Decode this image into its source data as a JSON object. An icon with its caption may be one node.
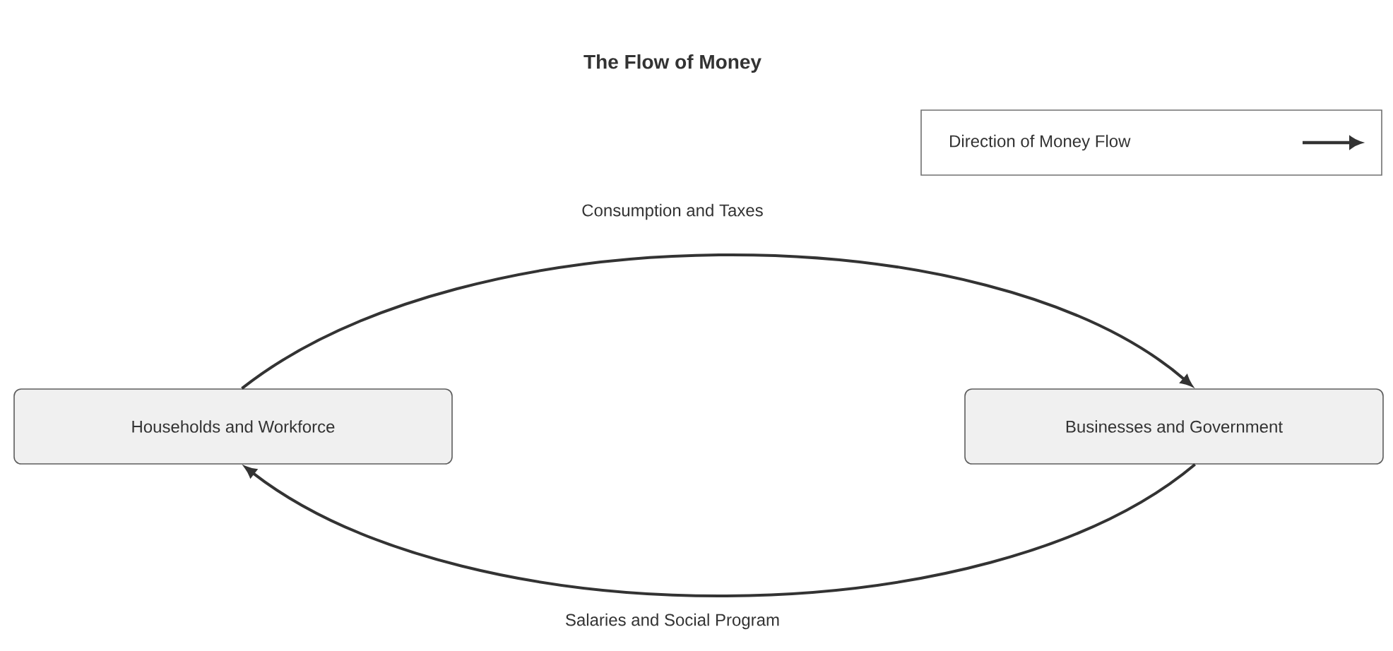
{
  "diagram": {
    "title": "The Flow of Money",
    "nodes": [
      {
        "text": [
          "Households and Workforce"
        ]
      },
      {
        "text": [
          "Businesses and Government"
        ]
      }
    ],
    "edges": [
      {
        "from": 0,
        "to": 1,
        "arrow": "to",
        "label": "Consumption and Taxes"
      },
      {
        "from": 1,
        "to": 0,
        "arrow": "to",
        "label": "Salaries and Social Program"
      }
    ],
    "legend": [
      {
        "text": "Direction of Money Flow"
      }
    ]
  }
}
